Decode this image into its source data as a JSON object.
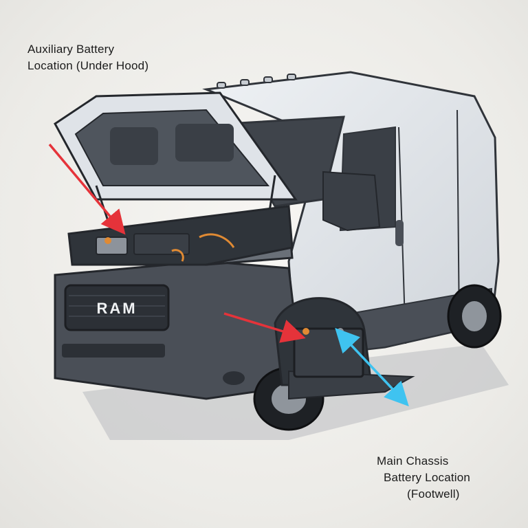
{
  "labels": {
    "auxiliary_battery": [
      "Auxiliary Battery",
      "Location (Under Hood)"
    ],
    "main_battery": [
      "Main Chassis",
      "Battery Location",
      "(Footwell)"
    ]
  },
  "vehicle": {
    "grille_badge": "RAM",
    "body_color": "#dfe3e8",
    "trim_color": "#4a4f57"
  },
  "arrows": {
    "auxiliary_color": "#e5333a",
    "main_red_color": "#e5333a",
    "main_blue_color": "#3fc3f0"
  },
  "icons": {
    "auxiliary_arrow": "arrow-down-right-icon",
    "main_arrow_red": "arrow-right-icon",
    "main_arrow_blue": "double-arrow-icon"
  }
}
